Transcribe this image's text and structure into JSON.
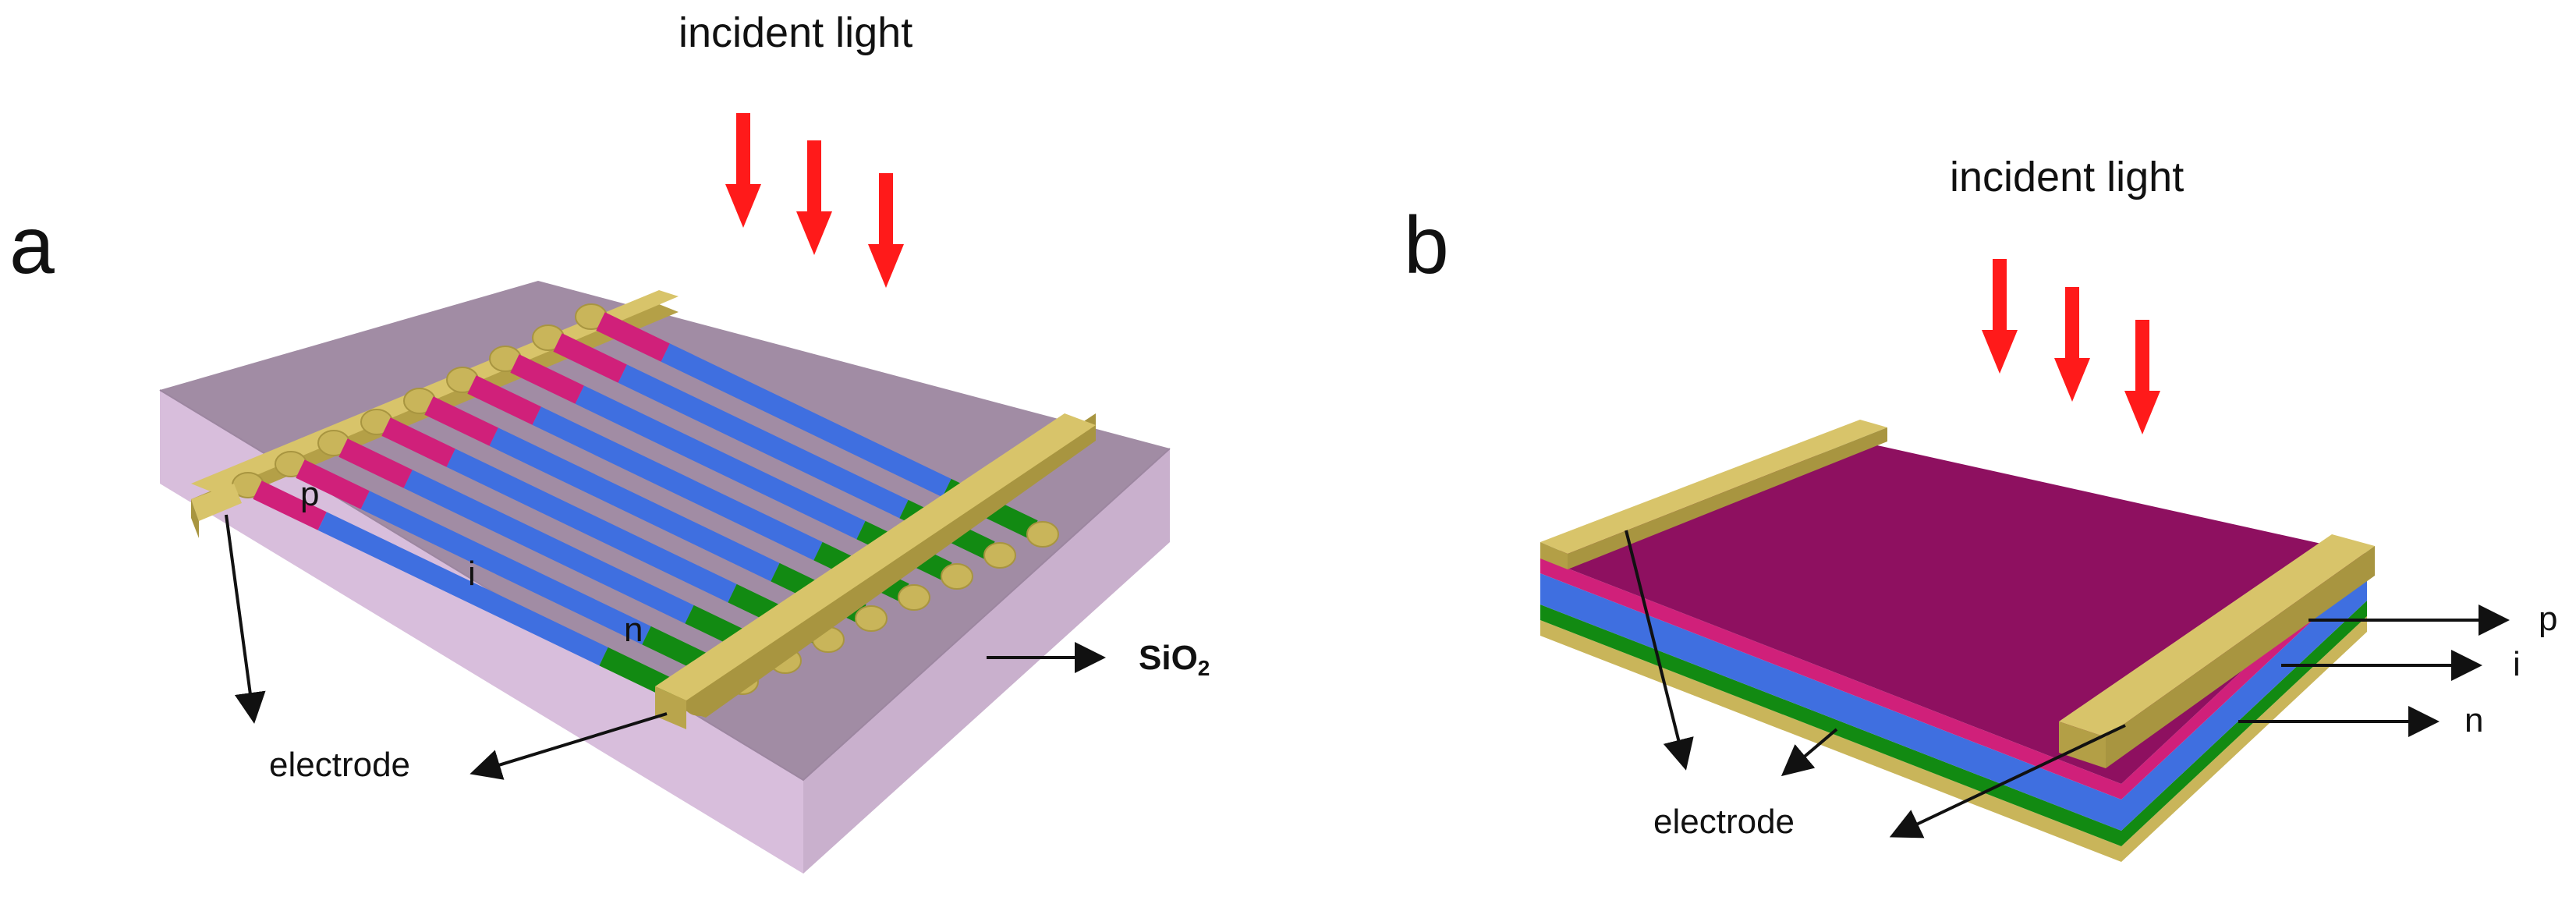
{
  "panels": [
    {
      "letter": "a",
      "incident_light": "incident light",
      "labels": {
        "p": "p",
        "i": "i",
        "n": "n",
        "electrode": "electrode",
        "substrate_main": "SiO",
        "substrate_sub": "2"
      }
    },
    {
      "letter": "b",
      "incident_light": "incident light",
      "labels": {
        "p": "p",
        "i": "i",
        "n": "n",
        "electrode": "electrode"
      }
    }
  ],
  "colors": {
    "p_region": "#d0207a",
    "i_region": "#3f6fe0",
    "n_region": "#128a12",
    "electrode": "#c9b55a",
    "substrate": "#d8bedc",
    "light_arrow": "#ff1a1a",
    "top_layer_b": "#8e1060"
  }
}
